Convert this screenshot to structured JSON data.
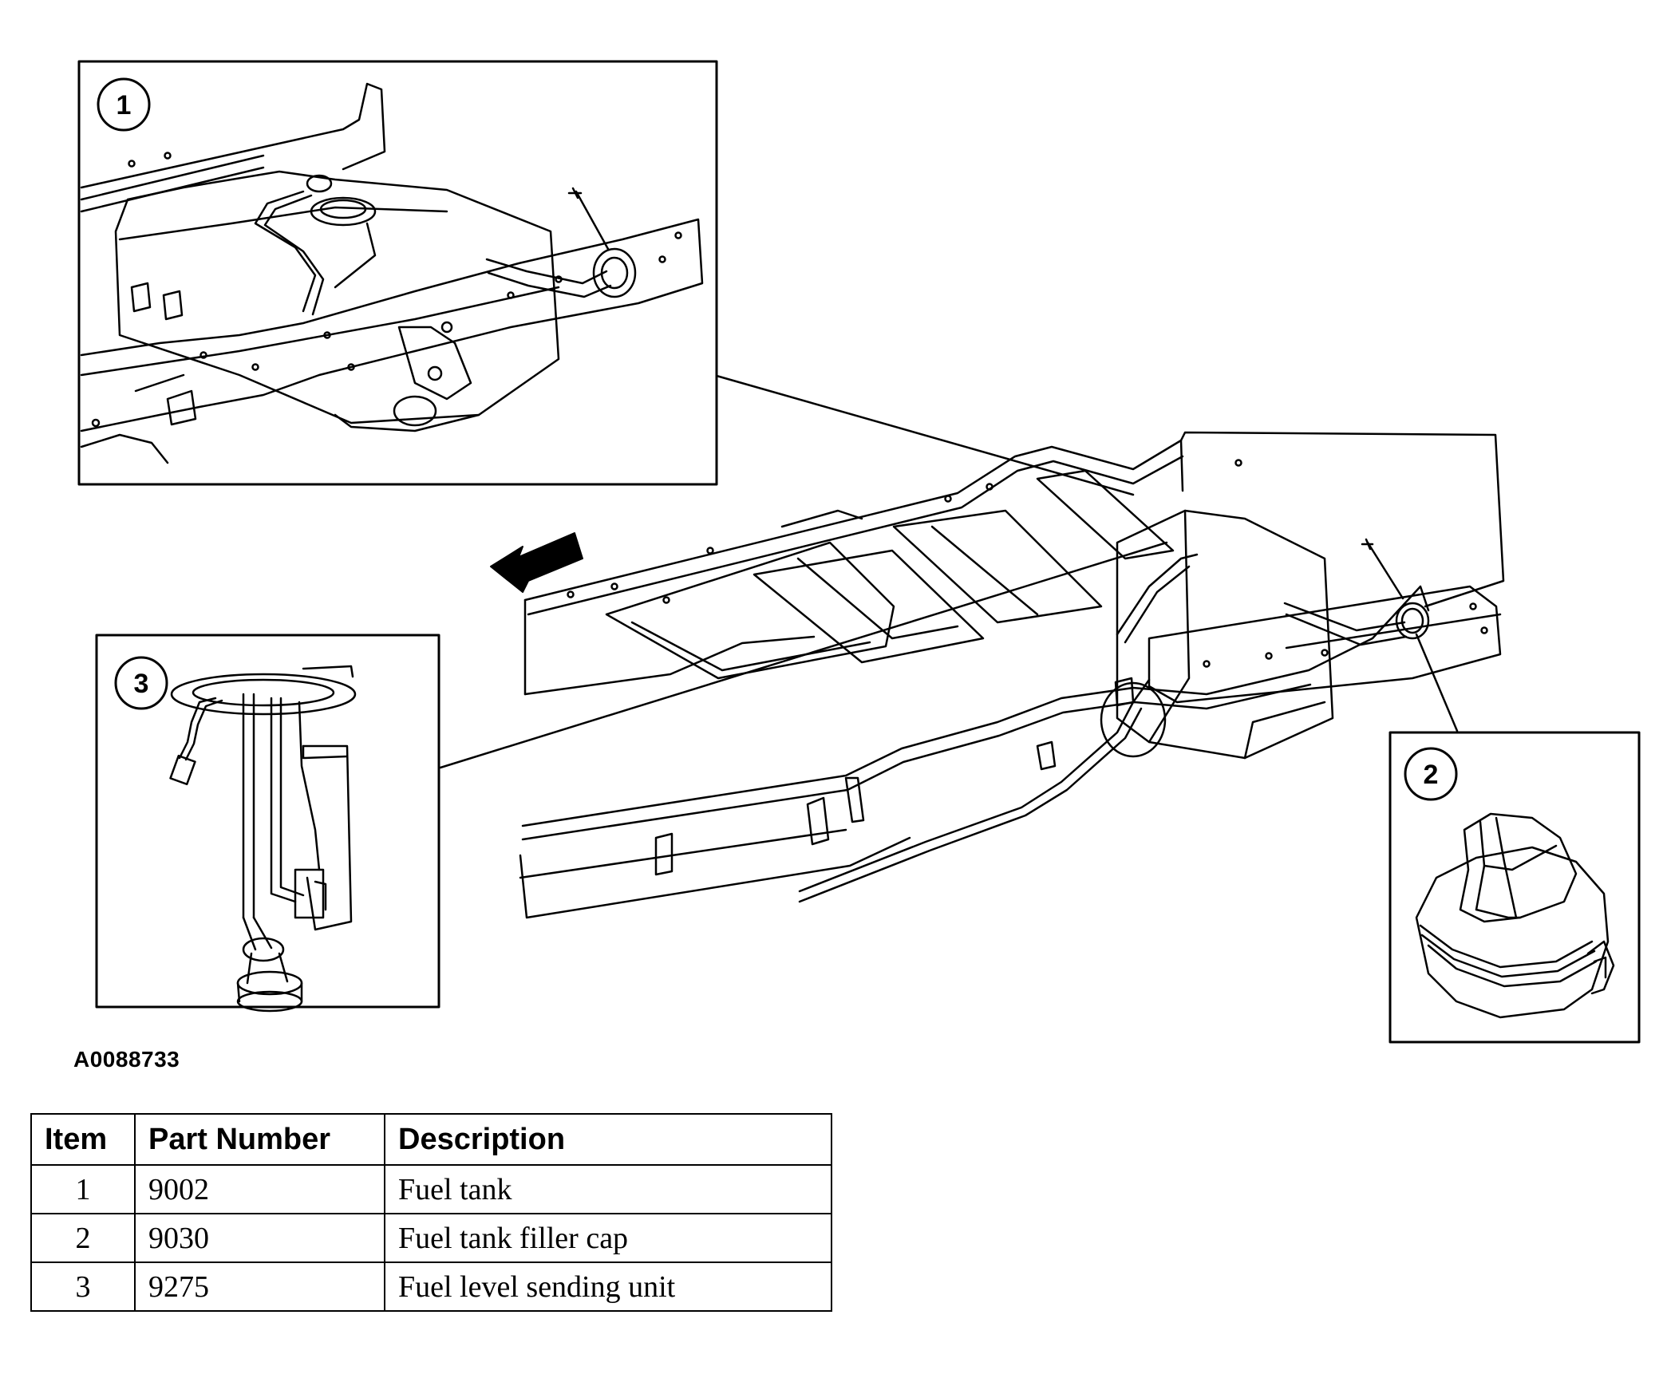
{
  "callouts": [
    "1",
    "2",
    "3"
  ],
  "figure_code": "A0088733",
  "parts_table": {
    "headers": [
      "Item",
      "Part Number",
      "Description"
    ],
    "rows": [
      {
        "item": "1",
        "part_number": "9002",
        "description": "Fuel tank"
      },
      {
        "item": "2",
        "part_number": "9030",
        "description": "Fuel tank filler cap"
      },
      {
        "item": "3",
        "part_number": "9275",
        "description": "Fuel level sending unit"
      }
    ]
  },
  "icons": {
    "direction_arrow": "arrow-left-icon"
  }
}
